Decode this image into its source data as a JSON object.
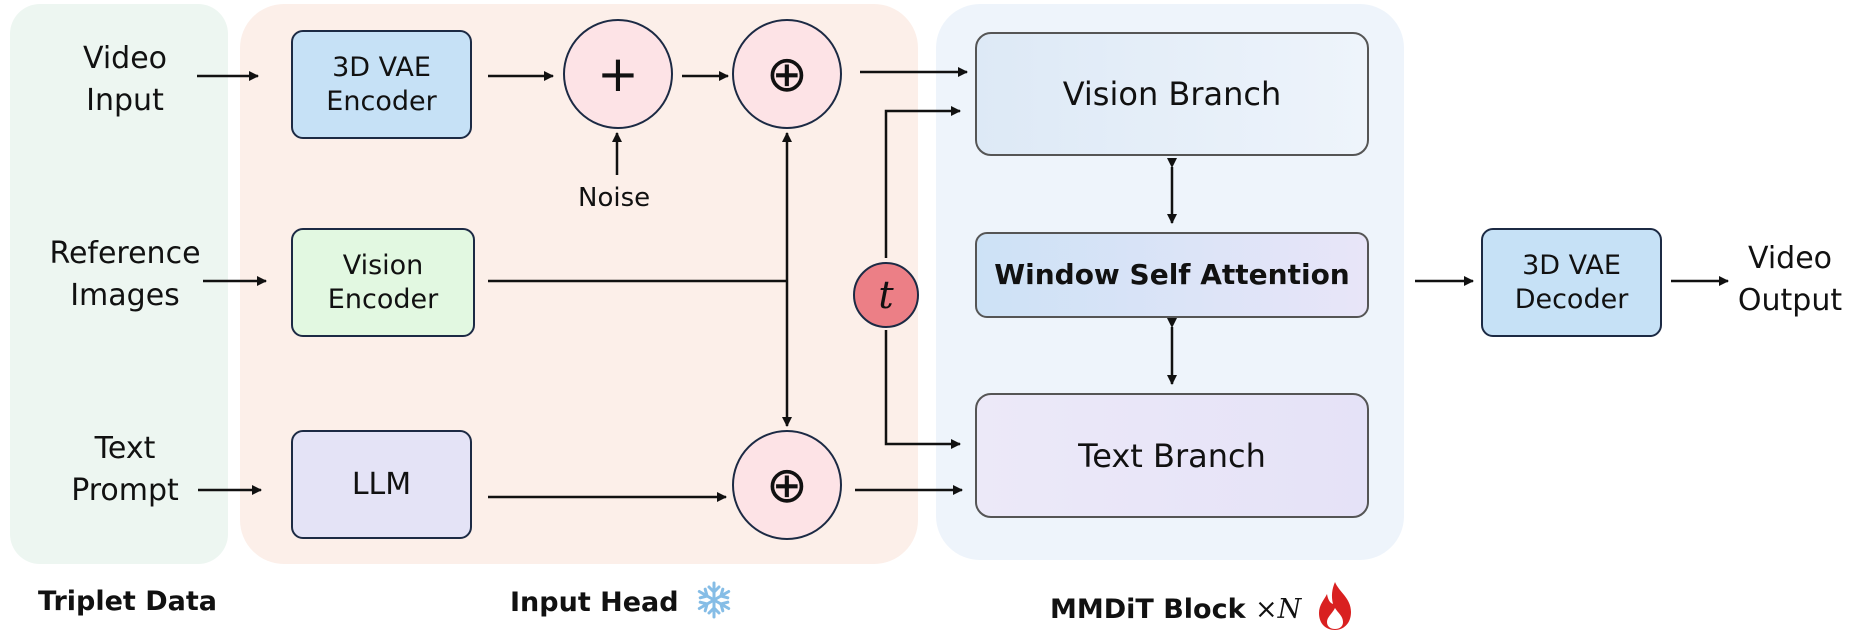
{
  "inputs": {
    "video": "Video\nInput",
    "reference": "Reference\nImages",
    "text": "Text\nPrompt"
  },
  "input_head": {
    "vae_encoder": "3D VAE\nEncoder",
    "vision_encoder": "Vision\nEncoder",
    "llm": "LLM",
    "add_symbol": "+",
    "concat_symbol": "⊕",
    "noise": "Noise"
  },
  "timestep": "t",
  "mmdit": {
    "vision_branch": "Vision Branch",
    "attention": "Window Self Attention",
    "text_branch": "Text Branch"
  },
  "outputs": {
    "vae_decoder": "3D VAE\nDecoder",
    "video": "Video\nOutput"
  },
  "captions": {
    "triplet": "Triplet Data",
    "input_head": "Input Head",
    "mmdit": "MMDiT Block",
    "mmdit_times": "×",
    "mmdit_n": "N"
  },
  "icons": {
    "input_head": "snowflake-icon",
    "mmdit": "flame-icon"
  },
  "colors": {
    "triplet_bg": "#edf6f1",
    "input_head_bg": "#fcefe9",
    "mmdit_bg": "#eef4fb",
    "vae_fill": "#c6e1f6",
    "vision_encoder_fill": "#e2f8e1",
    "llm_fill": "#e4e3f6",
    "circle_fill": "#fde3e6",
    "t_fill": "#ec7f86",
    "snowflake": "#86bde6",
    "flame": "#d92020"
  }
}
